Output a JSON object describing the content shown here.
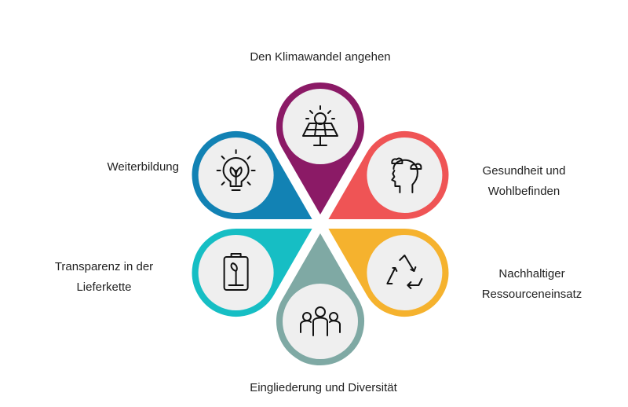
{
  "petals": [
    {
      "label": "Den Klimawandel angehen",
      "icon": "solar-panel-icon",
      "color": "#8B1A66"
    },
    {
      "label_lines": [
        "Gesundheit und",
        "Wohlbefinden"
      ],
      "icon": "head-mind-icon",
      "color": "#EF5455"
    },
    {
      "label_lines": [
        "Nachhaltiger",
        "Ressourceneinsatz"
      ],
      "icon": "recycle-icon",
      "color": "#F5B22E"
    },
    {
      "label": "Eingliederung und Diversität",
      "icon": "people-group-icon",
      "color": "#7FA9A4"
    },
    {
      "label_lines": [
        "Transparenz in der",
        "Lieferkette"
      ],
      "icon": "clipboard-plant-icon",
      "color": "#16BEC4"
    },
    {
      "label": "Weiterbildung",
      "icon": "lightbulb-plant-icon",
      "color": "#1282B4"
    }
  ]
}
